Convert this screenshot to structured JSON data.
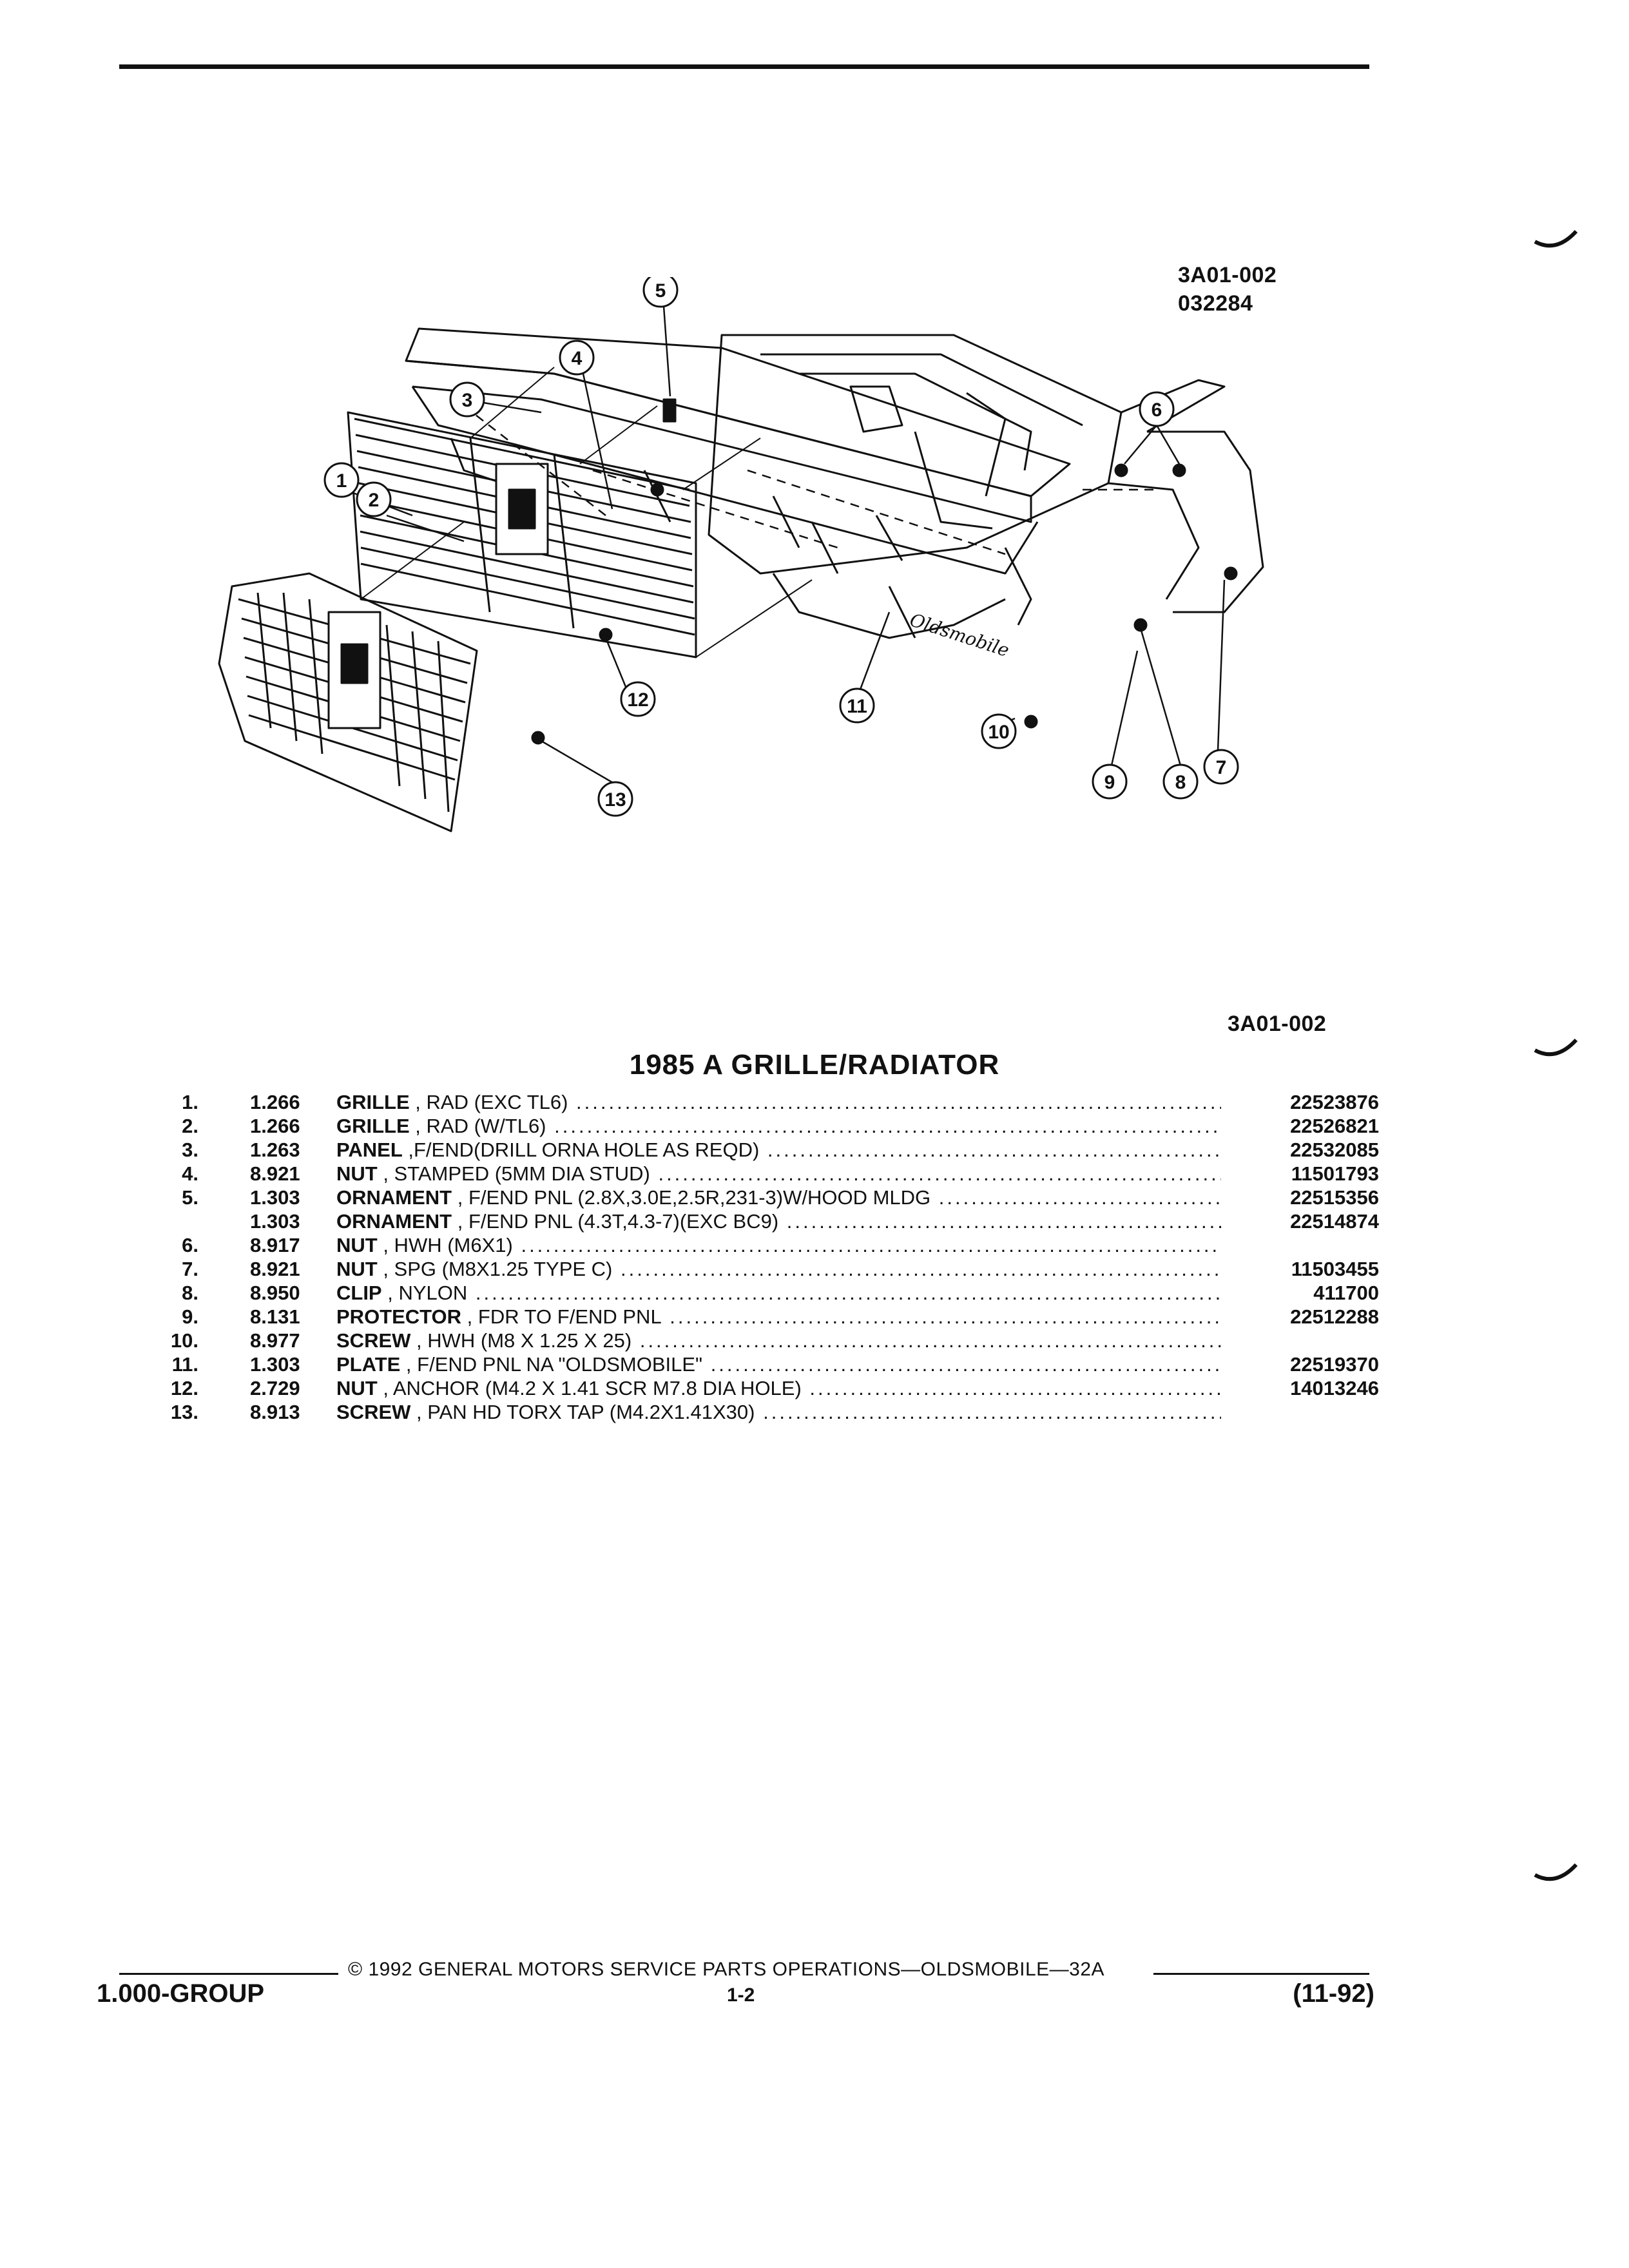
{
  "figure": {
    "id_top": "3A01-002",
    "date_code": "032284",
    "id_bottom": "3A01-002",
    "callouts": [
      "1",
      "2",
      "3",
      "4",
      "5",
      "6",
      "7",
      "8",
      "9",
      "10",
      "11",
      "12",
      "13"
    ],
    "ornament_script": "Oldsmobile"
  },
  "section_title": "1985 A GRILLE/RADIATOR",
  "parts": [
    {
      "ref": "1.",
      "code": "1.266",
      "name": "GRILLE",
      "detail": " , RAD (EXC TL6)",
      "part_no": "22523876"
    },
    {
      "ref": "2.",
      "code": "1.266",
      "name": "GRILLE",
      "detail": " , RAD (W/TL6)",
      "part_no": "22526821"
    },
    {
      "ref": "3.",
      "code": "1.263",
      "name": "PANEL",
      "detail": " ,F/END(DRILL ORNA HOLE AS REQD)",
      "part_no": "22532085"
    },
    {
      "ref": "4.",
      "code": "8.921",
      "name": "NUT",
      "detail": " , STAMPED (5MM DIA STUD)",
      "part_no": "11501793"
    },
    {
      "ref": "5.",
      "code": "1.303",
      "name": "ORNAMENT",
      "detail": " , F/END PNL (2.8X,3.0E,2.5R,231-3)W/HOOD MLDG",
      "part_no": "22515356"
    },
    {
      "ref": "",
      "code": "1.303",
      "name": "ORNAMENT",
      "detail": " , F/END PNL (4.3T,4.3-7)(EXC BC9)",
      "part_no": "22514874"
    },
    {
      "ref": "6.",
      "code": "8.917",
      "name": "NUT",
      "detail": " , HWH (M6X1)",
      "part_no": ""
    },
    {
      "ref": "7.",
      "code": "8.921",
      "name": "NUT",
      "detail": " , SPG (M8X1.25 TYPE C)",
      "part_no": "11503455"
    },
    {
      "ref": "8.",
      "code": "8.950",
      "name": "CLIP",
      "detail": " , NYLON",
      "part_no": "411700"
    },
    {
      "ref": "9.",
      "code": "8.131",
      "name": "PROTECTOR",
      "detail": " , FDR TO F/END PNL",
      "part_no": "22512288"
    },
    {
      "ref": "10.",
      "code": "8.977",
      "name": "SCREW",
      "detail": " , HWH (M8 X 1.25 X 25)",
      "part_no": ""
    },
    {
      "ref": "11.",
      "code": "1.303",
      "name": "PLATE",
      "detail": " , F/END PNL NA \"OLDSMOBILE\"",
      "part_no": "22519370"
    },
    {
      "ref": "12.",
      "code": "2.729",
      "name": "NUT",
      "detail": " , ANCHOR (M4.2 X 1.41 SCR M7.8 DIA HOLE)",
      "part_no": "14013246"
    },
    {
      "ref": "13.",
      "code": "8.913",
      "name": "SCREW",
      "detail": " , PAN HD TORX TAP (M4.2X1.41X30)",
      "part_no": ""
    }
  ],
  "footer": {
    "copyright": "© 1992  GENERAL MOTORS SERVICE PARTS OPERATIONS—OLDSMOBILE—32A",
    "group": "1.000-GROUP",
    "page": "1-2",
    "date": "(11-92)"
  }
}
